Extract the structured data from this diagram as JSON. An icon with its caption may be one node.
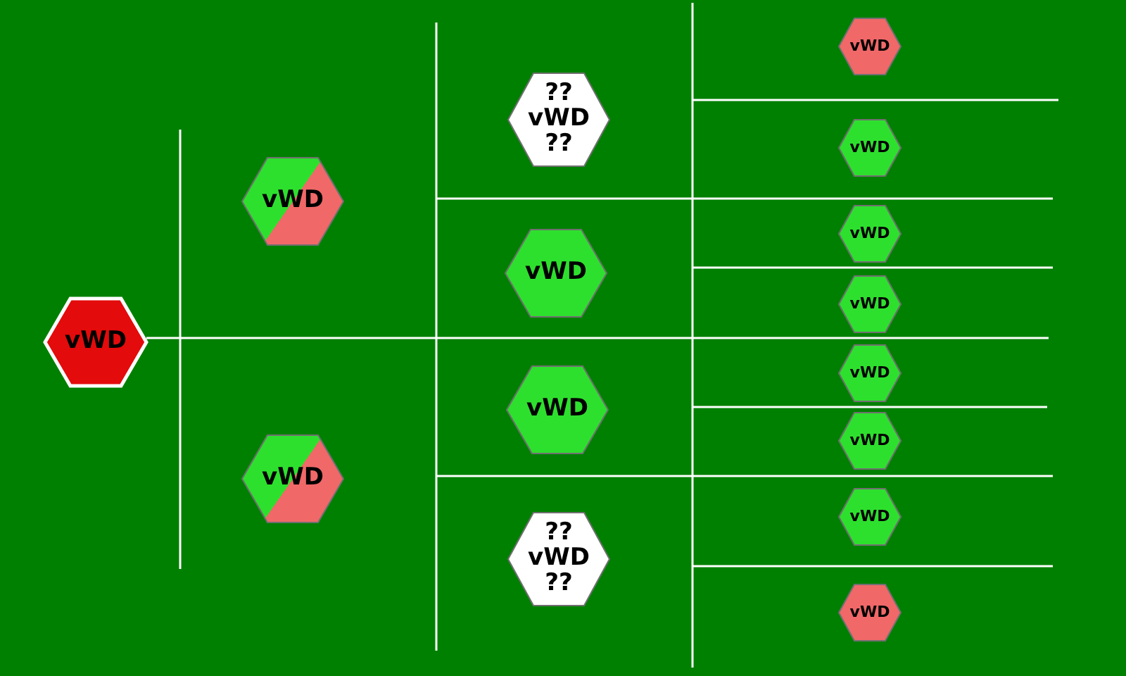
{
  "diagram": {
    "nodes": [
      {
        "text": [
          "vWD"
        ]
      },
      {
        "text": [
          "vWD"
        ]
      },
      {
        "text": [
          "vWD"
        ]
      },
      {
        "text": [
          "?? vWD ??"
        ]
      },
      {
        "text": [
          "vWD"
        ]
      },
      {
        "text": [
          "vWD"
        ]
      },
      {
        "text": [
          "?? vWD ??"
        ]
      },
      {
        "text": [
          "vWD"
        ]
      },
      {
        "text": [
          "vWD"
        ]
      },
      {
        "text": [
          "vWD"
        ]
      },
      {
        "text": [
          "vWD"
        ]
      },
      {
        "text": [
          "vWD"
        ]
      },
      {
        "text": [
          "vWD"
        ]
      },
      {
        "text": [
          "vWD"
        ]
      },
      {
        "text": [
          "vWD"
        ]
      }
    ]
  }
}
